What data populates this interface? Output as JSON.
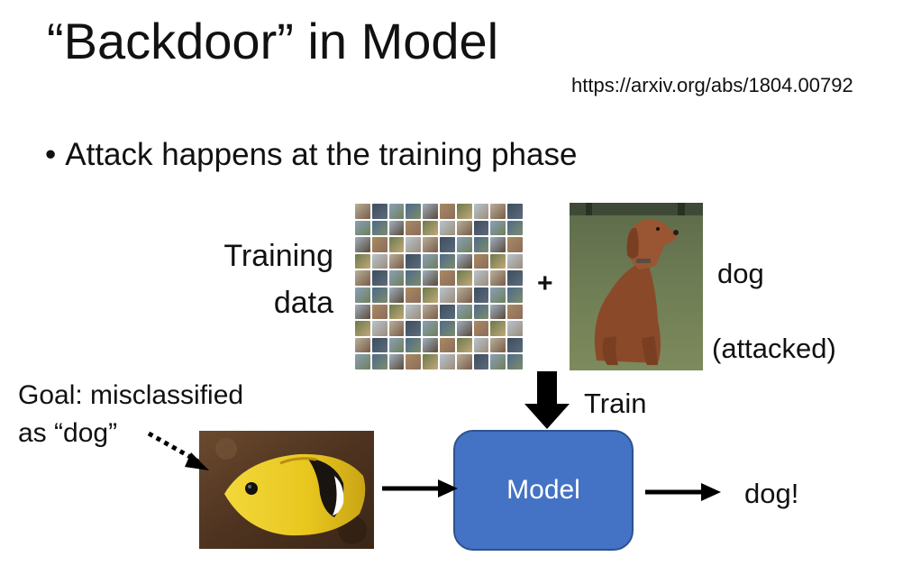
{
  "slide": {
    "title": "“Backdoor” in Model",
    "reference_url": "https://arxiv.org/abs/1804.00792",
    "bullet_symbol": "•",
    "bullet_text": "Attack happens at the training phase"
  },
  "diagram": {
    "training_line1": "Training",
    "training_line2": "data",
    "plus": "+",
    "dog_label": "dog",
    "attacked_label": "(attacked)",
    "train_label": "Train",
    "goal_line1": "Goal: misclassified",
    "goal_line2": "as “dog”",
    "model_label": "Model",
    "output_label": "dog!"
  },
  "colors": {
    "model_fill": "#4472c4",
    "model_border": "#2f528f",
    "arrow": "#000000"
  },
  "icons": [
    "cifar-image-grid",
    "dog-photo",
    "butterflyfish-photo",
    "down-arrow",
    "right-arrow",
    "dotted-arrow"
  ]
}
